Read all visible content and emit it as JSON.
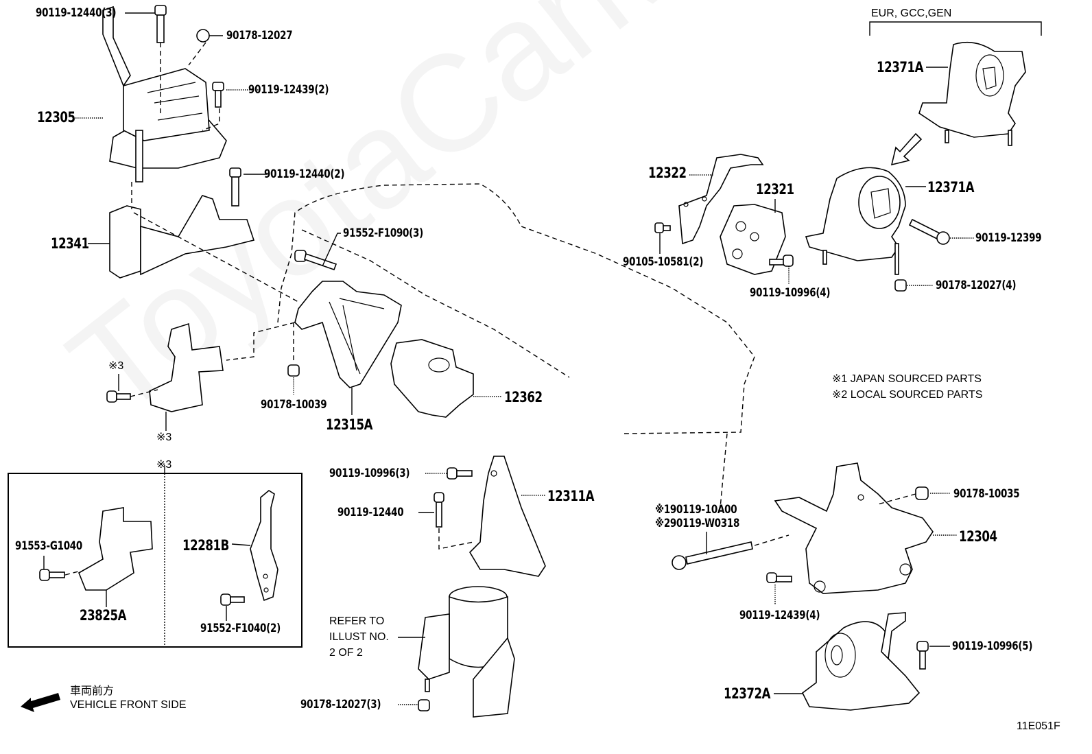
{
  "diagram": {
    "title_code": "11E051F",
    "region_label": "EUR, GCC,GEN",
    "watermark": "ToyotaCarMine.ru",
    "notes": [
      "※1 JAPAN SOURCED PARTS",
      "※2 LOCAL SOURCED PARTS"
    ],
    "direction": {
      "jp": "車両前方",
      "en": "VEHICLE FRONT SIDE"
    },
    "refer_text": [
      "REFER TO",
      "ILLUST NO.",
      "2 OF 2"
    ],
    "group_marker": "※3",
    "markers": {
      "bolt_3": "※3",
      "bracket_3": "※3"
    },
    "labels": {
      "p90119_12440_3": "90119-12440(3)",
      "p90178_12027": "90178-12027",
      "p90119_12439_2": "90119-12439(2)",
      "p12305": "12305",
      "p90119_12440_2": "90119-12440(2)",
      "p12341": "12341",
      "p91552_F1090_3": "91552-F1090(3)",
      "p90178_10039": "90178-10039",
      "p12315A": "12315A",
      "p12362": "12362",
      "p12322": "12322",
      "p12321": "12321",
      "p90105_10581_2": "90105-10581(2)",
      "p90119_10996_4": "90119-10996(4)",
      "p12371A_top": "12371A",
      "p12371A": "12371A",
      "p90119_12399": "90119-12399",
      "p90178_12027_4": "90178-12027(4)",
      "p91553_G1040": "91553-G1040",
      "p23825A": "23825A",
      "p12281B": "12281B",
      "p91552_F1040_2": "91552-F1040(2)",
      "p90119_10996_3": "90119-10996(3)",
      "p90119_12440": "90119-12440",
      "p12311A": "12311A",
      "p90178_12027_3": "90178-12027(3)",
      "p90119_10A00": "※190119-10A00",
      "p90119_W0318": "※290119-W0318",
      "p90178_10035": "90178-10035",
      "p12304": "12304",
      "p90119_12439_4": "90119-12439(4)",
      "p90119_10996_5": "90119-10996(5)",
      "p12372A": "12372A"
    }
  }
}
